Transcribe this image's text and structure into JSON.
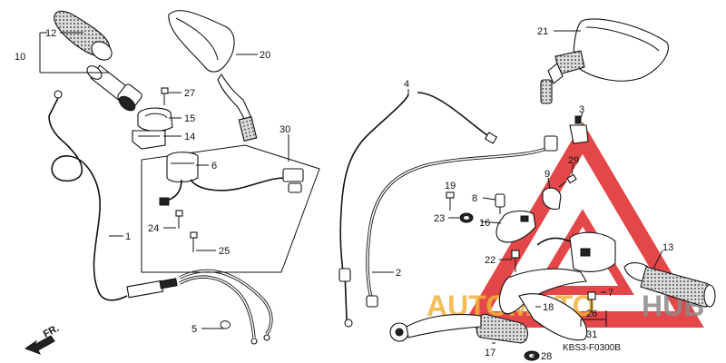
{
  "diagram_code": "KBS3-F0300B",
  "direction_marker": "FR.",
  "watermark": {
    "text_orange": "AUTOMOTO",
    "text_gray": "HUB",
    "orange_color": "#f2b23a",
    "gray_color": "#8a8a8a",
    "triangle_color": "#e0282a"
  },
  "callouts": [
    {
      "id": "1",
      "label": "1"
    },
    {
      "id": "2",
      "label": "2"
    },
    {
      "id": "3",
      "label": "3"
    },
    {
      "id": "4",
      "label": "4"
    },
    {
      "id": "5",
      "label": "5"
    },
    {
      "id": "6",
      "label": "6"
    },
    {
      "id": "7",
      "label": "7"
    },
    {
      "id": "8",
      "label": "8"
    },
    {
      "id": "9",
      "label": "9"
    },
    {
      "id": "10",
      "label": "10"
    },
    {
      "id": "12",
      "label": "12"
    },
    {
      "id": "13",
      "label": "13"
    },
    {
      "id": "14",
      "label": "14"
    },
    {
      "id": "15",
      "label": "15"
    },
    {
      "id": "16",
      "label": "16"
    },
    {
      "id": "17",
      "label": "17"
    },
    {
      "id": "18",
      "label": "18"
    },
    {
      "id": "19",
      "label": "19"
    },
    {
      "id": "20",
      "label": "20"
    },
    {
      "id": "21",
      "label": "21"
    },
    {
      "id": "22",
      "label": "22"
    },
    {
      "id": "23",
      "label": "23"
    },
    {
      "id": "24",
      "label": "24"
    },
    {
      "id": "25",
      "label": "25"
    },
    {
      "id": "26",
      "label": "26"
    },
    {
      "id": "27",
      "label": "27"
    },
    {
      "id": "28",
      "label": "28"
    },
    {
      "id": "29",
      "label": "29"
    },
    {
      "id": "30",
      "label": "30"
    },
    {
      "id": "31",
      "label": "31"
    }
  ]
}
